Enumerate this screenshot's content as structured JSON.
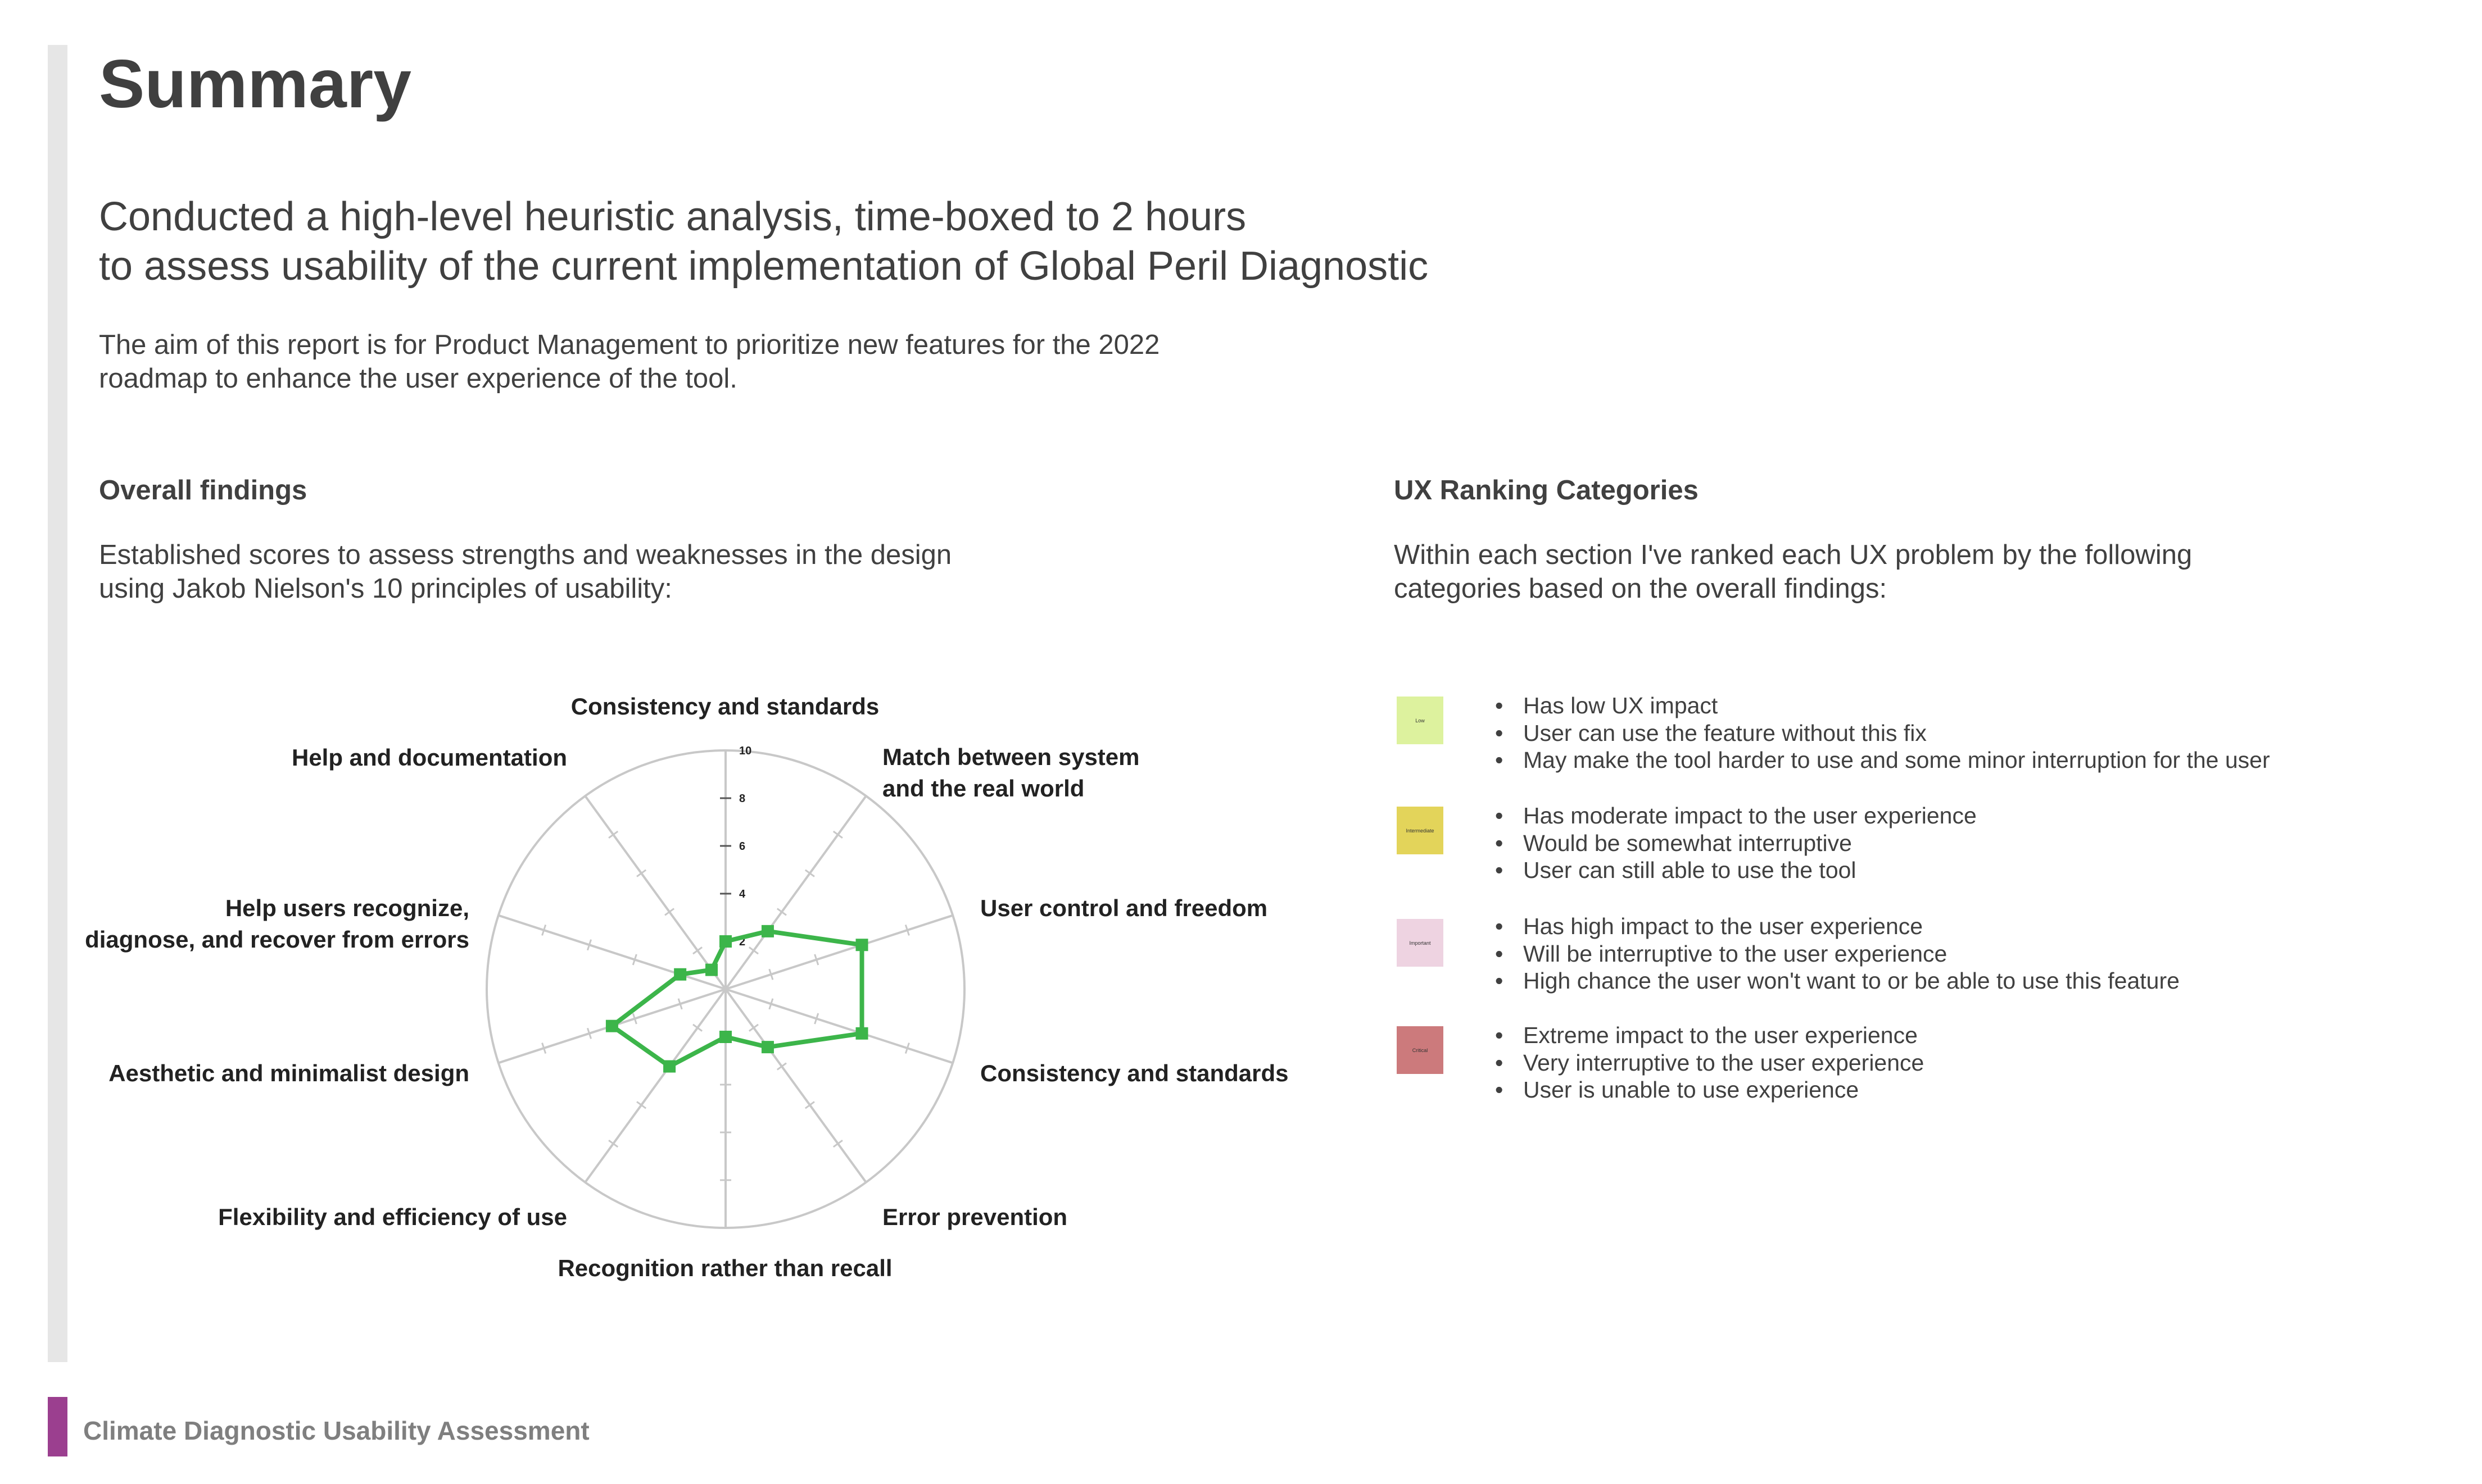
{
  "title": "Summary",
  "subtitle": [
    "Conducted a high-level heuristic analysis, time-boxed to 2 hours",
    "to assess usability of the current implementation of Global Peril Diagnostic"
  ],
  "intro": [
    "The aim of this report is for Product Management to prioritize new features for the 2022",
    "roadmap to enhance the user experience of the tool."
  ],
  "findings": {
    "heading": "Overall findings",
    "text": [
      "Established scores to assess strengths and weaknesses in the design",
      "using Jakob Nielson's 10 principles of usability:"
    ]
  },
  "chart_data": {
    "type": "radar",
    "axes": [
      "Consistency and standards",
      "Match between system\nand the real world",
      "User control and freedom",
      "Consistency and standards",
      "Error prevention",
      "Recognition rather than recall",
      "Flexibility and efficiency of use",
      "Aesthetic and minimalist design",
      "Help users recognize,\ndiagnose, and recover from errors",
      "Help and documentation"
    ],
    "values": [
      2,
      3,
      6,
      6,
      3,
      2,
      4,
      5,
      2,
      1
    ],
    "range": [
      0,
      10
    ],
    "tick_labels": [
      "2",
      "4",
      "6",
      "8",
      "10"
    ],
    "series_color": "#3cb54a",
    "grid_color": "#c8c8c8"
  },
  "ranking": {
    "heading": "UX Ranking Categories",
    "text": [
      "Within each section I've ranked each UX problem by the following",
      "categories based on the overall findings:"
    ],
    "categories": [
      {
        "label": "Low",
        "color": "#ddf29e",
        "bullets": [
          "Has low UX impact",
          "User can use the feature without this fix",
          "May make the tool harder to use and  some minor interruption for the user"
        ]
      },
      {
        "label": "Intermediate",
        "color": "#e3d45a",
        "bullets": [
          "Has moderate impact to the user experience",
          "Would be somewhat interruptive",
          "User can still able to use the tool"
        ]
      },
      {
        "label": "Important",
        "color": "#eed3e1",
        "bullets": [
          "Has high impact to the user experience",
          "Will be interruptive to the user experience",
          "High chance the user won't want to or be able to use this feature"
        ]
      },
      {
        "label": "Critical",
        "color": "#cc7a7c",
        "bullets": [
          "Extreme impact to the user experience",
          "Very interruptive to the user experience",
          "User is unable to use experience"
        ]
      }
    ]
  },
  "footer": {
    "label": "Climate Diagnostic Usability Assessment",
    "accent": "#9b3f8f"
  }
}
